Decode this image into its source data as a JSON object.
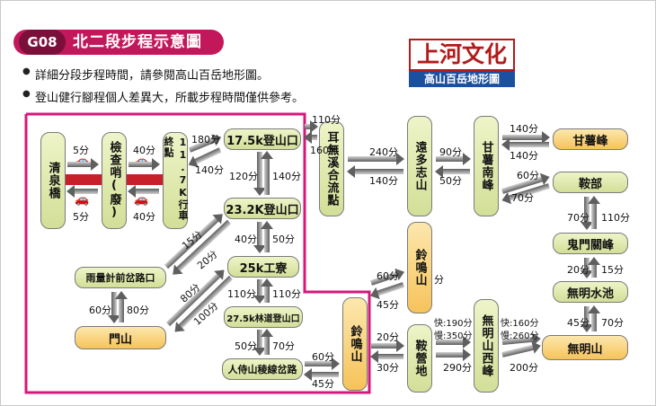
{
  "header": {
    "code": "G08",
    "title": "北二段步程示意圖"
  },
  "notes": [
    "詳細分段步程時間，請參閱高山百岳地形圖。",
    "登山健行腳程個人差異大，所載步程時間僅供參考。"
  ],
  "logo": {
    "brand": "上河文化",
    "sub": "高山百岳地形圖"
  },
  "colors": {
    "route": "#d6177a",
    "node_green": "#d2df97",
    "node_orange": "#f6c35a",
    "badge": "#c2185b"
  },
  "nodes": {
    "qingquan": "清泉橋",
    "checkpoint": "檢查哨(廢)",
    "road_end": "11.7K行車終點",
    "k17": "17.5k登山口",
    "k23": "23.2K登山口",
    "k25": "25k工寮",
    "k27": "27.5k林道登山口",
    "rain": "雨量計前岔路口",
    "menshan": "門山",
    "renshi": "人侍山稜線岔路",
    "linming_low": "鈴鳴山",
    "linming_high": "鈴鳴山",
    "erwuxi": "耳無溪合流點",
    "yuanduozhi": "遠多志山",
    "ganshu_south": "甘薯南峰",
    "ganshu": "甘薯峰",
    "anbu": "鞍部",
    "guimen": "鬼門關峰",
    "wuming_pool": "無明水池",
    "wuming": "無明山",
    "wuming_west": "無明山西峰",
    "anyingdi": "鞍營地"
  },
  "times": [
    "5分",
    "5分",
    "40分",
    "40分",
    "180分",
    "140分",
    "120分",
    "140分",
    "40分",
    "50分",
    "110分",
    "110分",
    "50分",
    "70分",
    "60分",
    "45分",
    "15分",
    "20分",
    "80分",
    "100分",
    "60分",
    "80分",
    "110分",
    "160分",
    "240分",
    "140分",
    "90分",
    "50分",
    "140分",
    "140分",
    "60分",
    "70分",
    "70分",
    "110分",
    "20分",
    "15分",
    "45分",
    "70分",
    "60分",
    "45分",
    "20分",
    "30分",
    "290分",
    "200分",
    "快:190分",
    "慢:350分",
    "快:160分",
    "慢:260分",
    "分"
  ]
}
